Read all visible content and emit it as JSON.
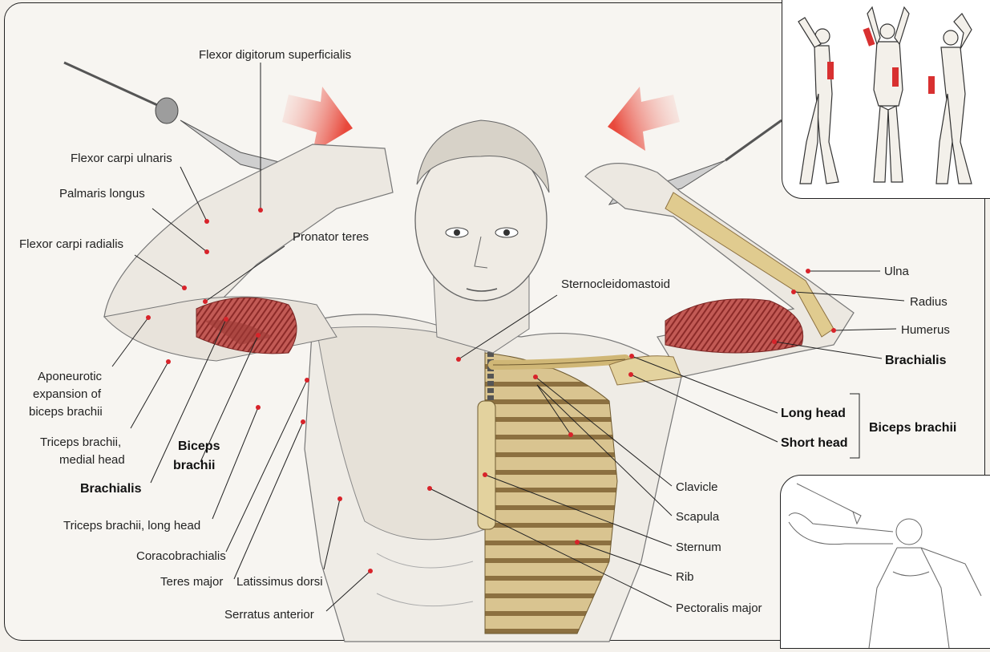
{
  "labels": {
    "flexor_digitorum_superficialis": "Flexor digitorum superficialis",
    "flexor_carpi_ulnaris": "Flexor carpi ulnaris",
    "palmaris_longus": "Palmaris longus",
    "flexor_carpi_radialis": "Flexor carpi radialis",
    "pronator_teres": "Pronator teres",
    "aponeurotic_1": "Aponeurotic",
    "aponeurotic_2": "expansion of",
    "aponeurotic_3": "biceps brachii",
    "triceps_medial_1": "Triceps brachii,",
    "triceps_medial_2": "medial head",
    "brachialis_left": "Brachialis",
    "biceps_left_1": "Biceps",
    "biceps_left_2": "brachii",
    "triceps_long": "Triceps brachii, long head",
    "coracobrachialis": "Coracobrachialis",
    "teres_major": "Teres major",
    "latissimus_dorsi": "Latissimus dorsi",
    "serratus_anterior": "Serratus anterior",
    "sternocleidomastoid": "Sternocleidomastoid",
    "ulna": "Ulna",
    "radius": "Radius",
    "humerus": "Humerus",
    "brachialis_right": "Brachialis",
    "long_head": "Long head",
    "short_head": "Short head",
    "biceps_brachii_right": "Biceps brachii",
    "clavicle": "Clavicle",
    "scapula": "Scapula",
    "sternum": "Sternum",
    "rib": "Rib",
    "pectoralis_major": "Pectoralis major"
  },
  "colors": {
    "highlight_muscle": "#c0444a",
    "bone": "#d9c490",
    "leader_dot": "#d8232a",
    "arrow": "#ea5a4c"
  },
  "icons": {
    "left_arrow": "push-arrow-icon",
    "right_arrow": "push-arrow-icon"
  }
}
